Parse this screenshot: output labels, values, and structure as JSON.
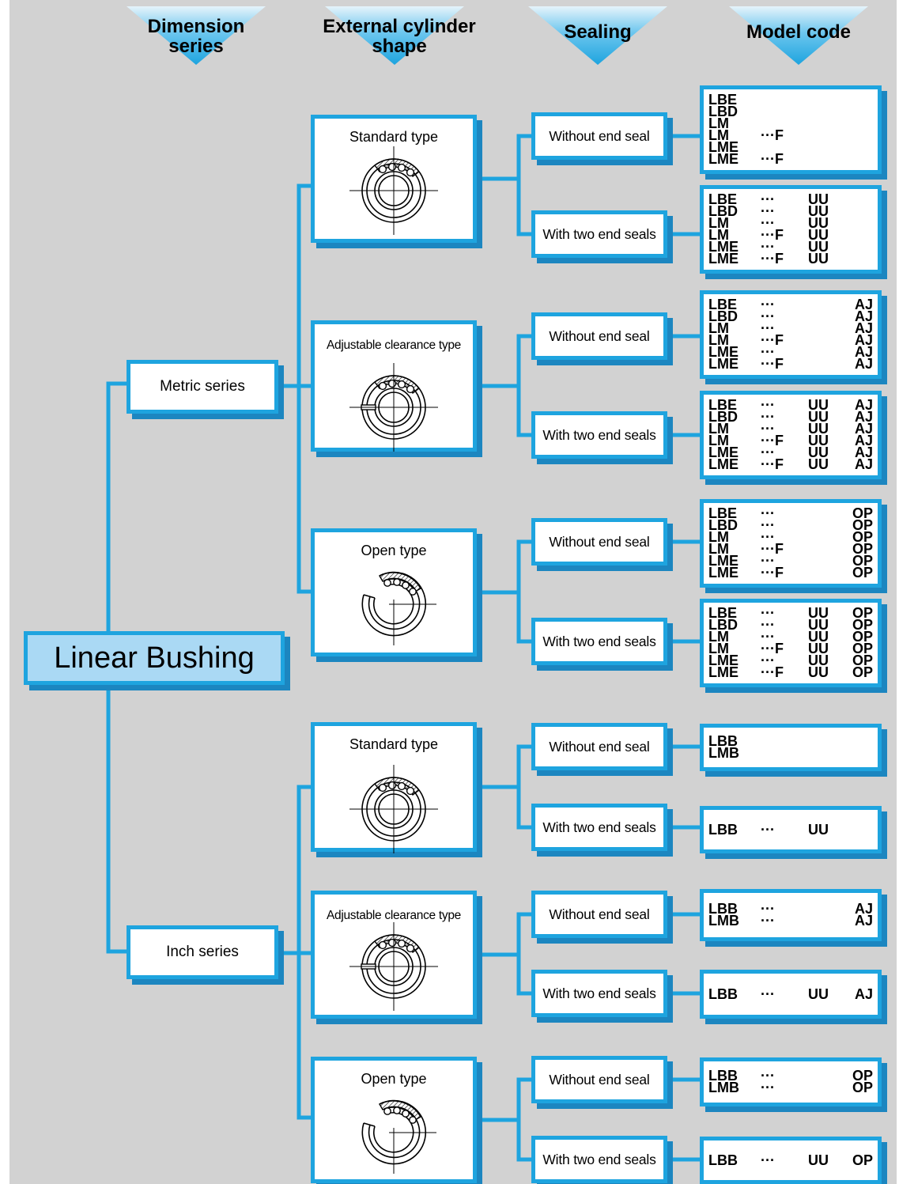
{
  "headers": [
    {
      "label": "Dimension\nseries"
    },
    {
      "label": "External cylinder\nshape"
    },
    {
      "label": "Sealing"
    },
    {
      "label": "Model code"
    }
  ],
  "root": {
    "label": "Linear Bushing"
  },
  "series": [
    {
      "label": "Metric series"
    },
    {
      "label": "Inch series"
    }
  ],
  "types": [
    {
      "label": "Standard type",
      "icon": "standard-bushing-icon"
    },
    {
      "label": "Adjustable clearance type",
      "icon": "adjustable-bushing-icon"
    },
    {
      "label": "Open type",
      "icon": "open-bushing-icon"
    },
    {
      "label": "Standard type",
      "icon": "standard-bushing-icon"
    },
    {
      "label": "Adjustable clearance type",
      "icon": "adjustable-bushing-icon"
    },
    {
      "label": "Open type",
      "icon": "open-bushing-icon"
    }
  ],
  "sealing": [
    {
      "label": "Without end seal"
    },
    {
      "label": "With two end seals"
    },
    {
      "label": "Without end seal"
    },
    {
      "label": "With two end seals"
    },
    {
      "label": "Without end seal"
    },
    {
      "label": "With two end seals"
    },
    {
      "label": "Without end seal"
    },
    {
      "label": "With two end seals"
    },
    {
      "label": "Without end seal"
    },
    {
      "label": "With two end seals"
    },
    {
      "label": "Without end seal"
    },
    {
      "label": "With two end seals"
    }
  ],
  "codes": [
    [
      [
        "LBE",
        "",
        "",
        ""
      ],
      [
        "LBD",
        "",
        "",
        ""
      ],
      [
        "LM",
        "",
        "",
        ""
      ],
      [
        "LM",
        "···F",
        "",
        ""
      ],
      [
        "LME",
        "",
        "",
        ""
      ],
      [
        "LME",
        "···F",
        "",
        ""
      ]
    ],
    [
      [
        "LBE",
        "···",
        "UU",
        ""
      ],
      [
        "LBD",
        "···",
        "UU",
        ""
      ],
      [
        "LM",
        "···",
        "UU",
        ""
      ],
      [
        "LM",
        "···F",
        "UU",
        ""
      ],
      [
        "LME",
        "···",
        "UU",
        ""
      ],
      [
        "LME",
        "···F",
        "UU",
        ""
      ]
    ],
    [
      [
        "LBE",
        "···",
        "",
        "AJ"
      ],
      [
        "LBD",
        "···",
        "",
        "AJ"
      ],
      [
        "LM",
        "···",
        "",
        "AJ"
      ],
      [
        "LM",
        "···F",
        "",
        "AJ"
      ],
      [
        "LME",
        "···",
        "",
        "AJ"
      ],
      [
        "LME",
        "···F",
        "",
        "AJ"
      ]
    ],
    [
      [
        "LBE",
        "···",
        "UU",
        "AJ"
      ],
      [
        "LBD",
        "···",
        "UU",
        "AJ"
      ],
      [
        "LM",
        "···",
        "UU",
        "AJ"
      ],
      [
        "LM",
        "···F",
        "UU",
        "AJ"
      ],
      [
        "LME",
        "···",
        "UU",
        "AJ"
      ],
      [
        "LME",
        "···F",
        "UU",
        "AJ"
      ]
    ],
    [
      [
        "LBE",
        "···",
        "",
        "OP"
      ],
      [
        "LBD",
        "···",
        "",
        "OP"
      ],
      [
        "LM",
        "···",
        "",
        "OP"
      ],
      [
        "LM",
        "···F",
        "",
        "OP"
      ],
      [
        "LME",
        "···",
        "",
        "OP"
      ],
      [
        "LME",
        "···F",
        "",
        "OP"
      ]
    ],
    [
      [
        "LBE",
        "···",
        "UU",
        "OP"
      ],
      [
        "LBD",
        "···",
        "UU",
        "OP"
      ],
      [
        "LM",
        "···",
        "UU",
        "OP"
      ],
      [
        "LM",
        "···F",
        "UU",
        "OP"
      ],
      [
        "LME",
        "···",
        "UU",
        "OP"
      ],
      [
        "LME",
        "···F",
        "UU",
        "OP"
      ]
    ],
    [
      [
        "LBB",
        "",
        "",
        ""
      ],
      [
        "LMB",
        "",
        "",
        ""
      ]
    ],
    [
      [
        "LBB",
        "···",
        "UU",
        ""
      ]
    ],
    [
      [
        "LBB",
        "···",
        "",
        "AJ"
      ],
      [
        "LMB",
        "···",
        "",
        "AJ"
      ]
    ],
    [
      [
        "LBB",
        "···",
        "UU",
        "AJ"
      ]
    ],
    [
      [
        "LBB",
        "···",
        "",
        "OP"
      ],
      [
        "LMB",
        "···",
        "",
        "OP"
      ]
    ],
    [
      [
        "LBB",
        "···",
        "UU",
        "OP"
      ]
    ]
  ],
  "colors": {
    "accent": "#1ea4df",
    "shadow": "#1c86c0",
    "root_fill": "#aad9f4",
    "background": "#d2d2d2"
  }
}
